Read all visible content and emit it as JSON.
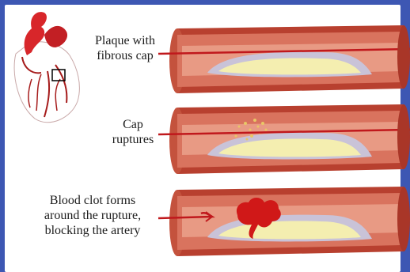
{
  "labels": {
    "stage1": {
      "line1": "Plaque with",
      "line2": "fibrous cap"
    },
    "stage2": {
      "line1": "Cap",
      "line2": "ruptures"
    },
    "stage3": {
      "line1": "Blood clot forms",
      "line2": "around the rupture,",
      "line3": "blocking the artery"
    }
  },
  "colors": {
    "background": "#3d57b3",
    "artery_wall": "#b8402f",
    "artery_inner": "#d9735e",
    "plaque": "#f4eeb0",
    "fibrous_cap": "#c9c3d8",
    "clot": "#d01818",
    "heart": "#d8262a"
  },
  "icons": {
    "heart": "heart-illustration-icon",
    "zoom_box": "zoom-square-icon"
  }
}
